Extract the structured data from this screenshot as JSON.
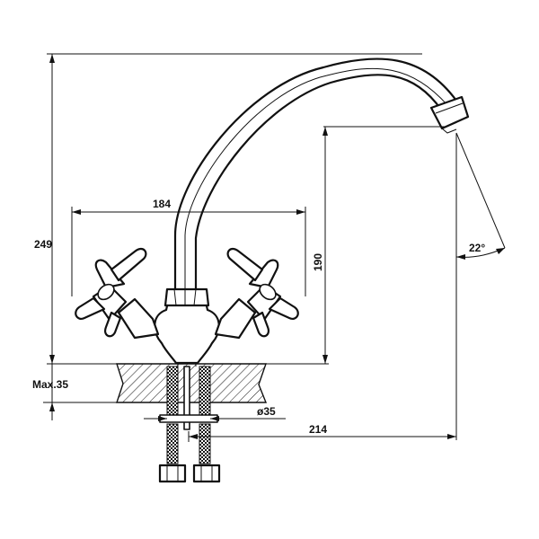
{
  "drawing": {
    "dimensions": {
      "total_height": "249",
      "handle_span": "184",
      "spout_height": "190",
      "spout_reach": "214",
      "spout_angle": "22°",
      "hole_diameter": "ø35",
      "max_thickness": "Max.35"
    },
    "colors": {
      "line": "#111111",
      "background": "#ffffff"
    }
  }
}
